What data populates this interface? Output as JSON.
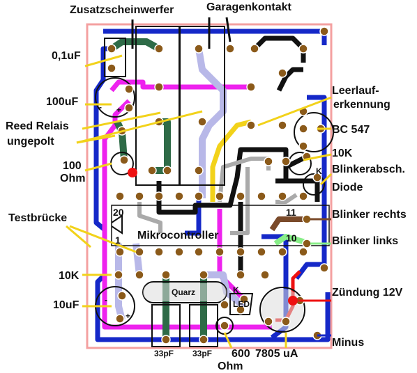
{
  "labels": {
    "zusatzscheinwerfer": "Zusatzscheinwerfer",
    "garagenkontakt": "Garagenkontakt",
    "cap_01uf": "0,1uF",
    "cap_100uf": "100uF",
    "reed_relais": "Reed Relais",
    "ungepolt": "ungepolt",
    "r100": "100",
    "ohm": "Ohm",
    "testbruecke": "Testbrücke",
    "r10k_left": "10K",
    "cap_10uf": "10uF",
    "leerlauf": "Leerlauf-",
    "erkennung": "erkennung",
    "bc547": "BC 547",
    "r10k_right": "10K",
    "blinkerabsch": "Blinkerabsch.",
    "diode": "Diode",
    "blinker_rechts": "Blinker rechts",
    "blinker_links": "Blinker links",
    "zuendung": "Zündung 12V",
    "minus": "Minus",
    "pf33_a": "33pF",
    "pf33_b": "33pF",
    "r600": "600",
    "ohm_600": "Ohm",
    "reg_7805": "7805 uA"
  },
  "board_marks": {
    "pin20": "20",
    "pin1": "1",
    "pin11": "11",
    "pin10": "10",
    "mikrocontroller": "Mikrocontroller",
    "quarz": "Quarz",
    "led": "LED",
    "k_led": "K",
    "k_diode": "K",
    "minus_sign_100uf": "-",
    "plus_sign_100uf": "+",
    "minus_sign_10uf": "-",
    "plus_sign_10uf": "+"
  },
  "colors": {
    "board_outline": "#f4a0a0",
    "trace_blue": "#1528c8",
    "trace_magenta": "#ee22ee",
    "trace_black": "#111111",
    "trace_green": "#2e6b47",
    "trace_lavender": "#b8b8e8",
    "trace_gray": "#aaaaaa",
    "trace_yellow": "#f2d21a",
    "trace_brown": "#7a4a2a",
    "trace_lightgreen": "#88ee88",
    "trace_red": "#ee1111",
    "pad": "#8b5a1a",
    "callout_yellow": "#f2d21a"
  }
}
